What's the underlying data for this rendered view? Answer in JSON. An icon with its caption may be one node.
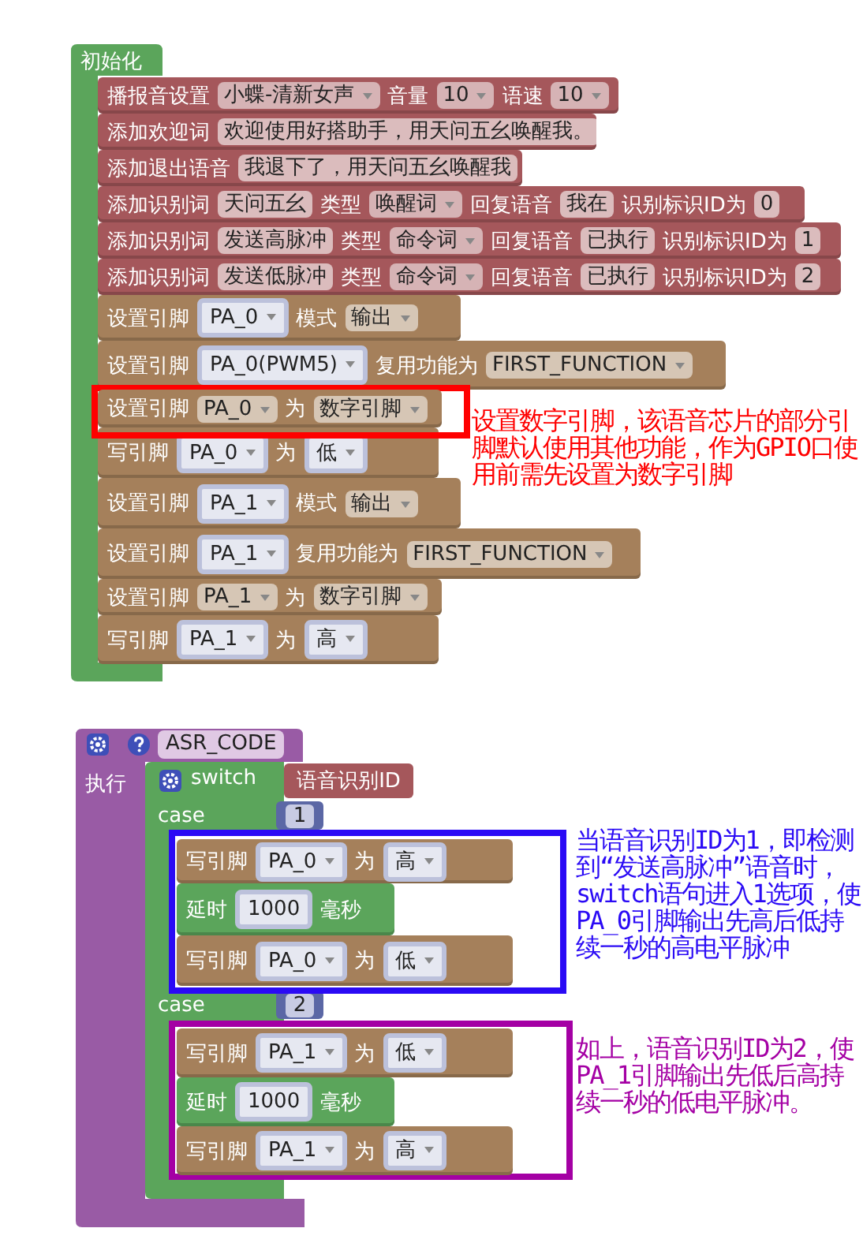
{
  "diagram": {
    "nodes": [
      {
        "text": [
          "初始化"
        ]
      },
      {
        "text": [
          "播报音设置",
          "小蝶-清新女声",
          "音量",
          "10",
          "语速",
          "10"
        ]
      },
      {
        "text": [
          "添加欢迎词",
          "欢迎使用好搭助手，用天问五幺唤醒我。"
        ]
      },
      {
        "text": [
          "添加退出语音",
          "我退下了，用天问五幺唤醒我"
        ]
      },
      {
        "text": [
          "添加识别词",
          "天问五幺",
          "类型",
          "唤醒词",
          "回复语音",
          "我在",
          "识别标识ID为",
          "0"
        ]
      },
      {
        "text": [
          "添加识别词",
          "发送高脉冲",
          "类型",
          "命令词",
          "回复语音",
          "已执行",
          "识别标识ID为",
          "1"
        ]
      },
      {
        "text": [
          "添加识别词",
          "发送低脉冲",
          "类型",
          "命令词",
          "回复语音",
          "已执行",
          "识别标识ID为",
          "2"
        ]
      },
      {
        "text": [
          "设置引脚",
          "PA_0",
          "模式",
          "输出"
        ]
      },
      {
        "text": [
          "设置引脚",
          "PA_0(PWM5)",
          "复用功能为",
          "FIRST_FUNCTION"
        ]
      },
      {
        "text": [],
        "shape": "box",
        "beside": [
          "设置数字引脚，该语音芯片的部分引脚默认使用其他功能，作为GPIO口使用前需先设置为数字引脚"
        ]
      },
      {
        "text": [
          "设置引脚",
          "PA_0",
          "为",
          "数字引脚"
        ],
        "in": 9
      },
      {
        "text": [
          "写引脚",
          "PA_0",
          "为",
          "低"
        ]
      },
      {
        "text": [
          "设置引脚",
          "PA_1",
          "模式",
          "输出"
        ]
      },
      {
        "text": [
          "设置引脚",
          "PA_1",
          "复用功能为",
          "FIRST_FUNCTION"
        ]
      },
      {
        "text": [
          "设置引脚",
          "PA_1",
          "为",
          "数字引脚"
        ]
      },
      {
        "text": [
          "写引脚",
          "PA_1",
          "为",
          "高"
        ]
      },
      {
        "text": [
          "ASR_CODE",
          "执行"
        ]
      },
      {
        "text": [
          "switch",
          "case",
          "case"
        ]
      },
      {
        "text": [
          "语音识别ID"
        ]
      },
      {
        "text": [
          "1"
        ]
      },
      {
        "text": [
          "2"
        ]
      },
      {
        "text": [],
        "shape": "box",
        "beside": [
          "当语音识别ID为1，即检测到“发送高脉冲”语音时，switch语句进入1选项，使PA_0引脚输出先高后低持续一秒的高电平脉冲"
        ]
      },
      {
        "text": [
          "写引脚",
          "PA_0",
          "为",
          "高"
        ],
        "in": 21
      },
      {
        "text": [
          "延时",
          "1000",
          "毫秒"
        ],
        "in": 21
      },
      {
        "text": [
          "写引脚",
          "PA_0",
          "为",
          "低"
        ],
        "in": 21
      },
      {
        "text": [],
        "shape": "box",
        "beside": [
          "如上，语音识别ID为2，使PA_1引脚输出先低后高持续一秒的低电平脉冲。"
        ]
      },
      {
        "text": [
          "写引脚",
          "PA_1",
          "为",
          "低"
        ],
        "in": 25
      },
      {
        "text": [
          "延时",
          "1000",
          "毫秒"
        ],
        "in": 25
      },
      {
        "text": [
          "写引脚",
          "PA_1",
          "为",
          "高"
        ],
        "in": 25
      }
    ]
  }
}
